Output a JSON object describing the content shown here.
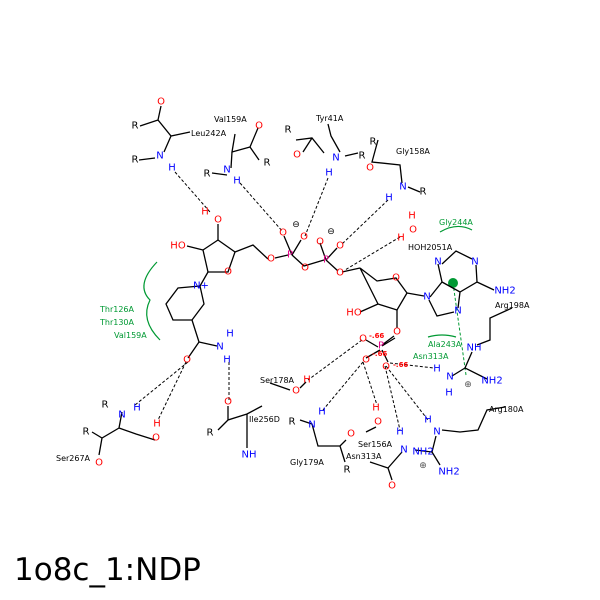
{
  "title": "1o8c_1:NDP",
  "residues": {
    "leu242a": "Leu242A",
    "val159a": "Val159A",
    "tyr41a": "Tyr41A",
    "gly158a": "Gly158A",
    "hoh2051a": "HOH2051A",
    "arg198a": "Arg198A",
    "ser178a": "Ser178A",
    "ile256d": "Ile256D",
    "arg180a": "Arg180A",
    "ser156a": "Ser156A",
    "asn313a": "Asn313A",
    "gly179a": "Gly179A",
    "ser267a": "Ser267A"
  },
  "hydrophobic": {
    "gly244a": "Gly244A",
    "thr126a": "Thr126A",
    "thr130a": "Thr130A",
    "val159a": "Val159A",
    "ala243a": "Ala243A",
    "asn313a": "Asn313A"
  },
  "atoms": {
    "O": "O",
    "N": "N",
    "H": "H",
    "P": "P",
    "R": "R",
    "HO": "HO",
    "NH": "NH",
    "NH2": "NH2",
    "Nplus": "N+"
  },
  "charges": {
    "partial": "-.66",
    "minus": "⊖",
    "plus": "⊕"
  },
  "colors": {
    "oxygen": "#ff0000",
    "nitrogen": "#0000ff",
    "phosphorus": "#e8008a",
    "hydrophobic": "#009933"
  }
}
